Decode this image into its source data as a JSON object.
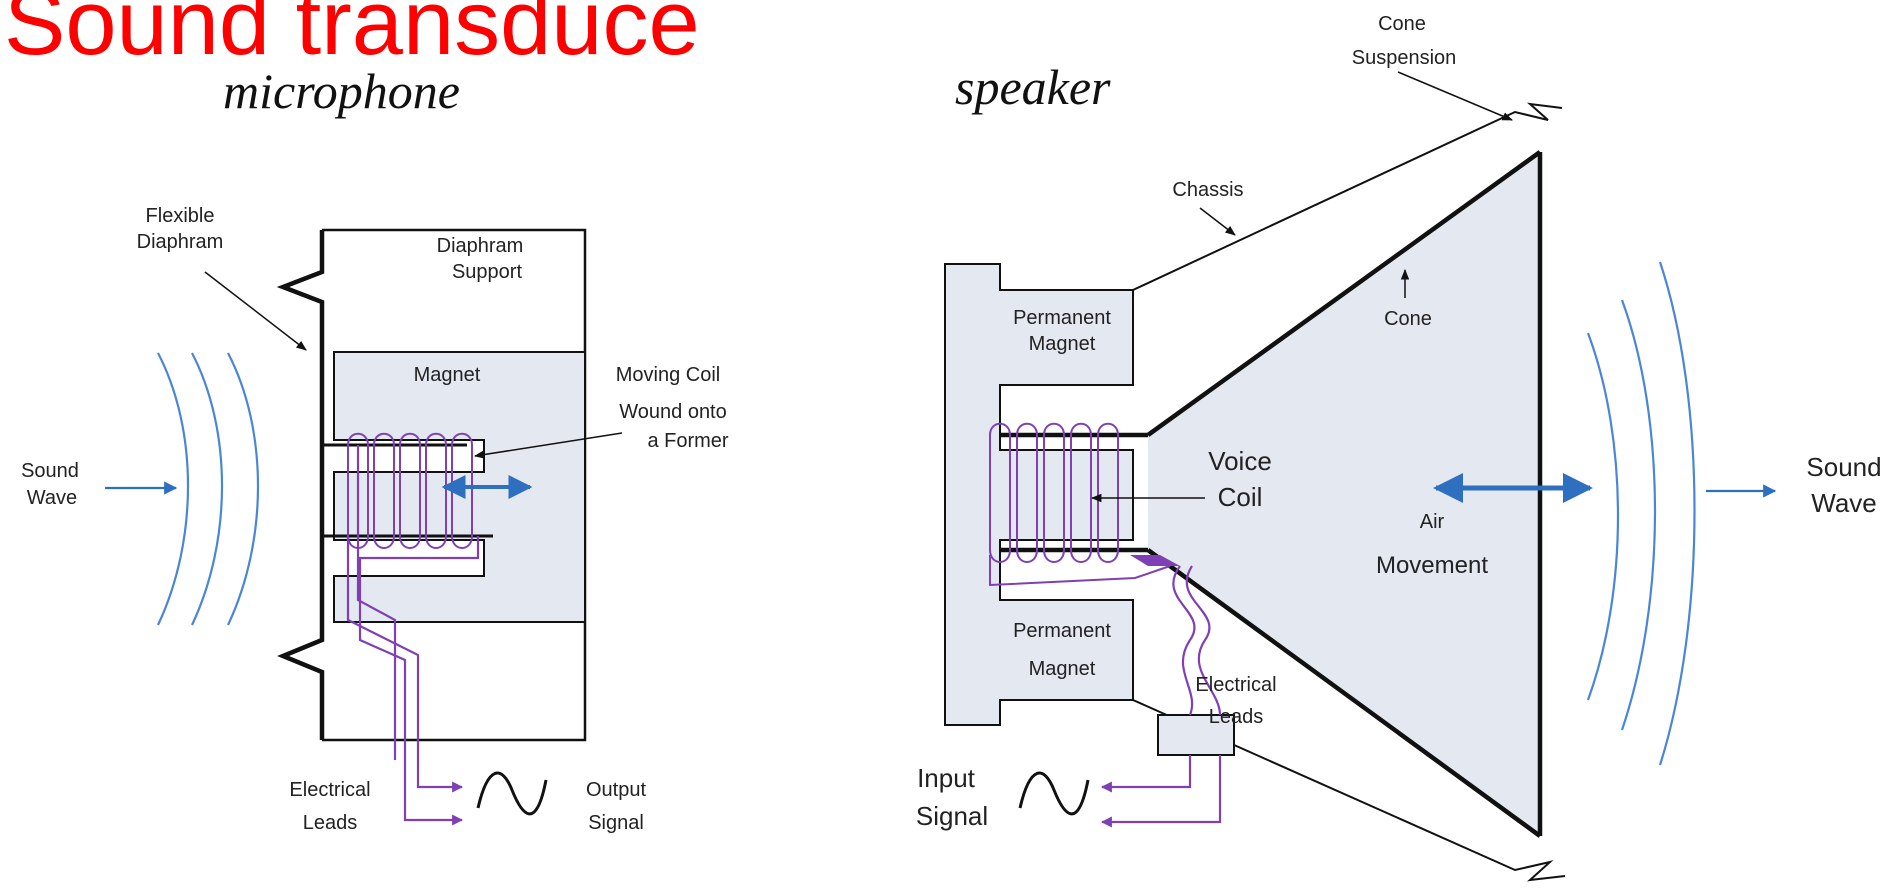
{
  "title": "Sound transduce",
  "colors": {
    "title": "#ff0000",
    "wave": "#4a86d6",
    "arrow": "#2f6fc0",
    "coil": "#7f3fb5",
    "fill": "#e4e8f1",
    "line": "#111111"
  },
  "microphone": {
    "heading": "microphone",
    "labels": {
      "flexible_diaphram_1": "Flexible",
      "flexible_diaphram_2": "Diaphram",
      "diaphram_support_1": "Diaphram",
      "diaphram_support_2": "Support",
      "magnet": "Magnet",
      "moving_coil_1": "Moving Coil",
      "moving_coil_2": "Wound onto",
      "moving_coil_3": "a Former",
      "sound_wave_1": "Sound",
      "sound_wave_2": "Wave",
      "electrical_leads_1": "Electrical",
      "electrical_leads_2": "Leads",
      "output_signal_1": "Output",
      "output_signal_2": "Signal"
    }
  },
  "speaker": {
    "heading": "speaker",
    "labels": {
      "cone_suspension_1": "Cone",
      "cone_suspension_2": "Suspension",
      "chassis": "Chassis",
      "cone": "Cone",
      "permanent_magnet_top_1": "Permanent",
      "permanent_magnet_top_2": "Magnet",
      "voice_coil_1": "Voice",
      "voice_coil_2": "Coil",
      "air_movement_1": "Air",
      "air_movement_2": "Movement",
      "sound_wave_1": "Sound",
      "sound_wave_2": "Wave",
      "permanent_magnet_bottom_1": "Permanent",
      "permanent_magnet_bottom_2": "Magnet",
      "electrical_leads_1": "Electrical",
      "electrical_leads_2": "Leads",
      "input_signal_1": "Input",
      "input_signal_2": "Signal"
    }
  }
}
